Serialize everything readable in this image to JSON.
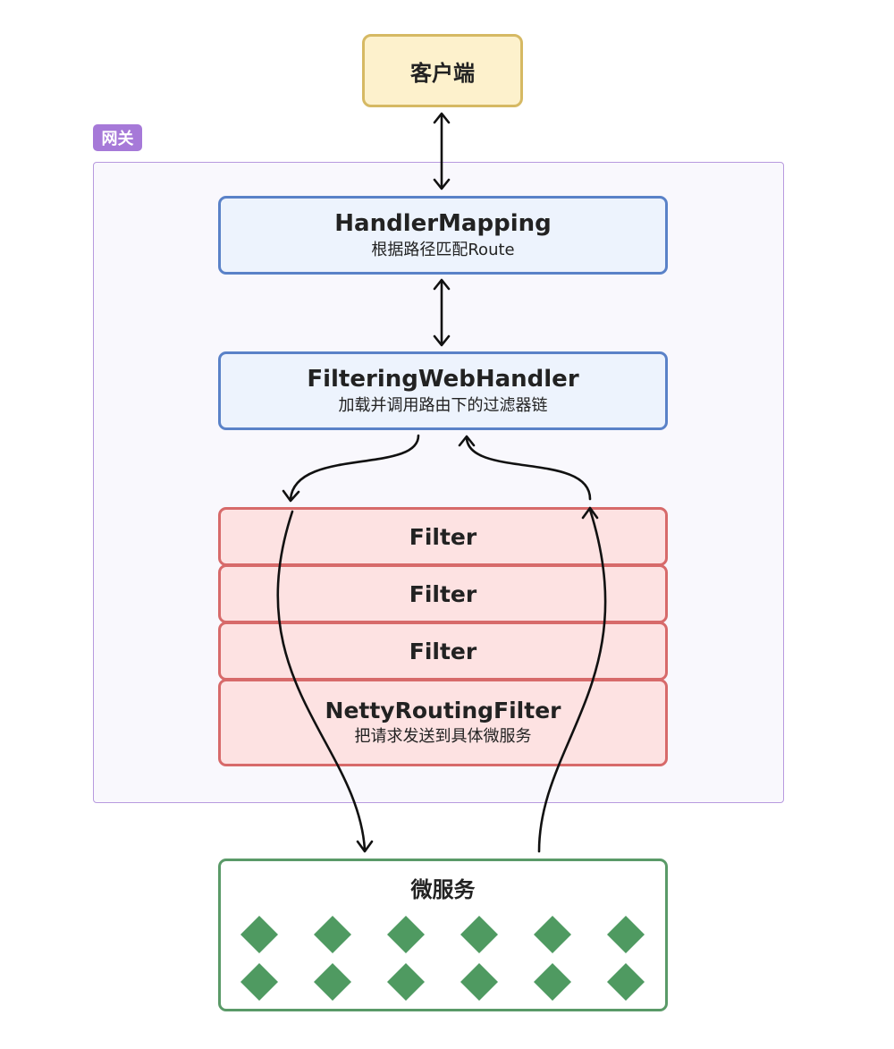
{
  "client": {
    "label": "客户端"
  },
  "gateway": {
    "tag": "网关",
    "handler_mapping": {
      "title": "HandlerMapping",
      "subtitle": "根据路径匹配Route"
    },
    "filtering_web_handler": {
      "title": "FilteringWebHandler",
      "subtitle": "加载并调用路由下的过滤器链"
    },
    "filters": [
      {
        "label": "Filter"
      },
      {
        "label": "Filter"
      },
      {
        "label": "Filter"
      }
    ],
    "netty_routing_filter": {
      "title": "NettyRoutingFilter",
      "subtitle": "把请求发送到具体微服务"
    }
  },
  "microservices": {
    "label": "微服务",
    "instance_rows": 2,
    "instances_per_row": 6,
    "instance_color": "#4f9a61"
  },
  "colors": {
    "client_fill": "#fdf1cc",
    "client_border": "#d6b963",
    "gateway_tag": "#a679d8",
    "gateway_border": "#b89adf",
    "handler_fill": "#edf3fd",
    "handler_border": "#5a82c8",
    "filter_fill": "#fde2e2",
    "filter_border": "#d76a6a",
    "micro_border": "#5a9a68"
  }
}
